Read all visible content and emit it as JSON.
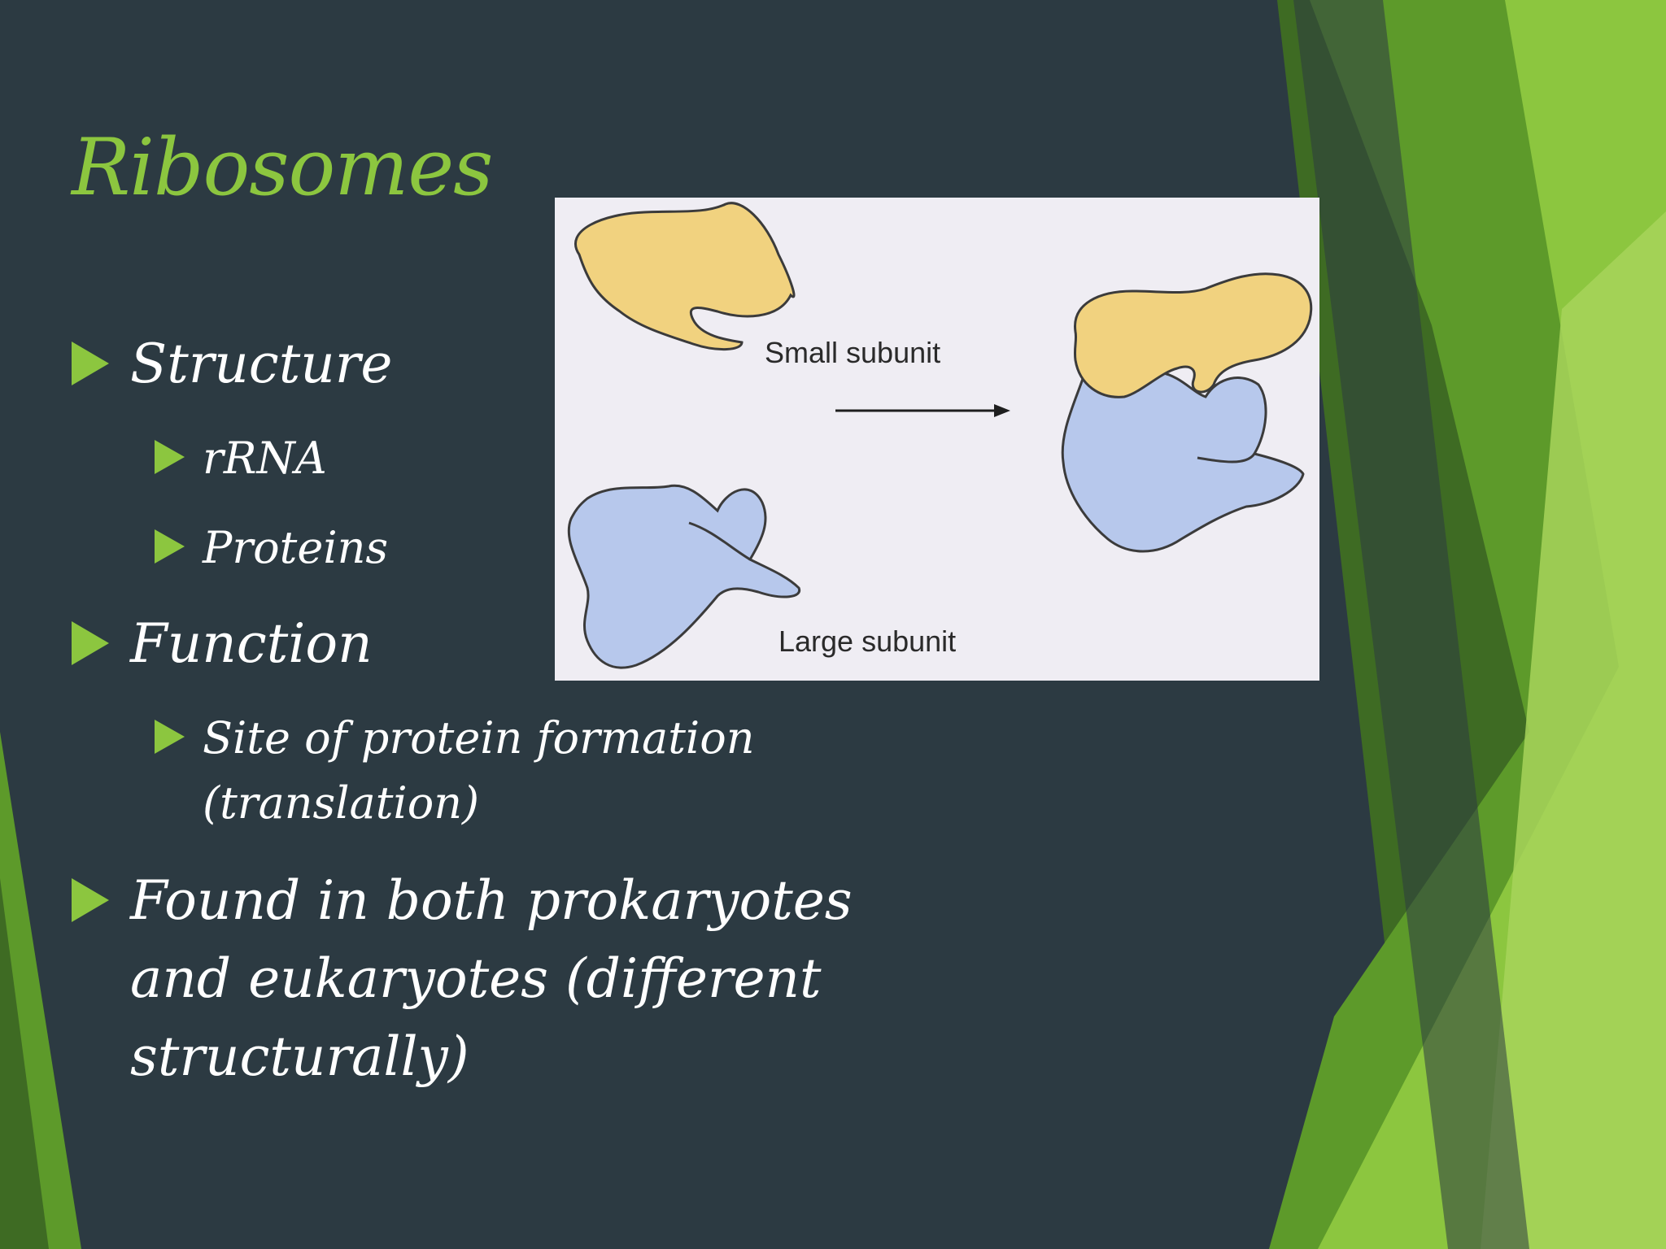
{
  "slide": {
    "title": "Ribosomes",
    "bullets": {
      "structure": "Structure",
      "rrna": "rRNA",
      "proteins": "Proteins",
      "function": "Function",
      "site_line1": "Site of protein formation",
      "site_line2": "(translation)",
      "found_line1": "Found in both prokaryotes",
      "found_line2": "and eukaryotes (different",
      "found_line3": "structurally)"
    }
  },
  "diagram": {
    "small_subunit_label": "Small subunit",
    "large_subunit_label": "Large subunit"
  },
  "colors": {
    "background": "#2c3a42",
    "accent_green": "#8cc63f",
    "small_subunit_fill": "#f1d27f",
    "large_subunit_fill": "#b7c8ec"
  }
}
